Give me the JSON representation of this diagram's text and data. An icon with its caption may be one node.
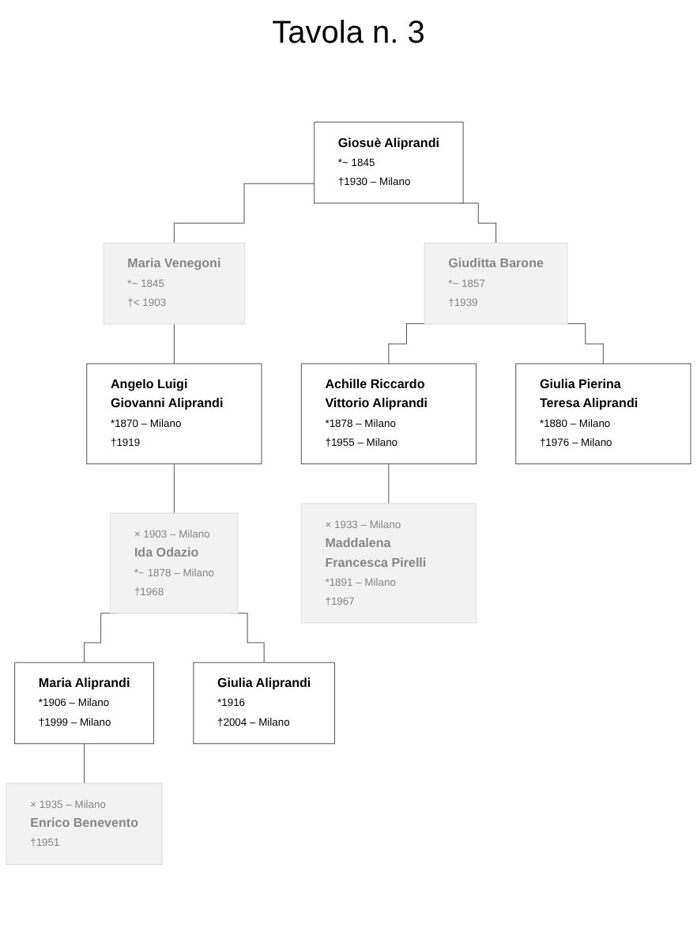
{
  "diagram": {
    "title": "Tavola n. 3",
    "nodes": [
      {
        "text": [
          "Giosuè Aliprandi",
          "*~ 1845",
          "†1930 – Milano"
        ]
      },
      {
        "text": [
          "Maria Venegoni",
          "*~ 1845",
          "†< 1903"
        ]
      },
      {
        "text": [
          "Giuditta Barone",
          "*~ 1857",
          "†1939"
        ]
      },
      {
        "text": [
          "Angelo Luigi Giovanni Aliprandi",
          "*1870 – Milano",
          "†1919"
        ]
      },
      {
        "text": [
          "Achille Riccardo Vittorio Aliprandi",
          "*1878 – Milano",
          "†1955 – Milano"
        ]
      },
      {
        "text": [
          "Giulia Pierina Teresa Aliprandi",
          "*1880 – Milano",
          "†1976 – Milano"
        ]
      },
      {
        "text": [
          "× 1903 – Milano",
          "Ida Odazio",
          "*~ 1878 – Milano",
          "†1968"
        ]
      },
      {
        "text": [
          "× 1933 – Milano",
          "Maddalena Francesca Pirelli",
          "*1891 – Milano",
          "†1967"
        ]
      },
      {
        "text": [
          "Maria Aliprandi",
          "*1906 – Milano",
          "†1999 – Milano"
        ]
      },
      {
        "text": [
          "Giulia Aliprandi",
          "*1916",
          "†2004 – Milano"
        ]
      },
      {
        "text": [
          "× 1935 – Milano",
          "Enrico Benevento",
          "†1951"
        ]
      }
    ],
    "edges": [
      {
        "from": 0,
        "to": 1,
        "arrow": "none"
      },
      {
        "from": 0,
        "to": 2,
        "arrow": "none"
      },
      {
        "from": 1,
        "to": 3,
        "arrow": "none"
      },
      {
        "from": 2,
        "to": 4,
        "arrow": "none"
      },
      {
        "from": 2,
        "to": 5,
        "arrow": "none"
      },
      {
        "from": 3,
        "to": 6,
        "arrow": "none"
      },
      {
        "from": 4,
        "to": 7,
        "arrow": "none"
      },
      {
        "from": 6,
        "to": 8,
        "arrow": "none"
      },
      {
        "from": 6,
        "to": 9,
        "arrow": "none"
      },
      {
        "from": 8,
        "to": 10,
        "arrow": "none"
      }
    ]
  }
}
